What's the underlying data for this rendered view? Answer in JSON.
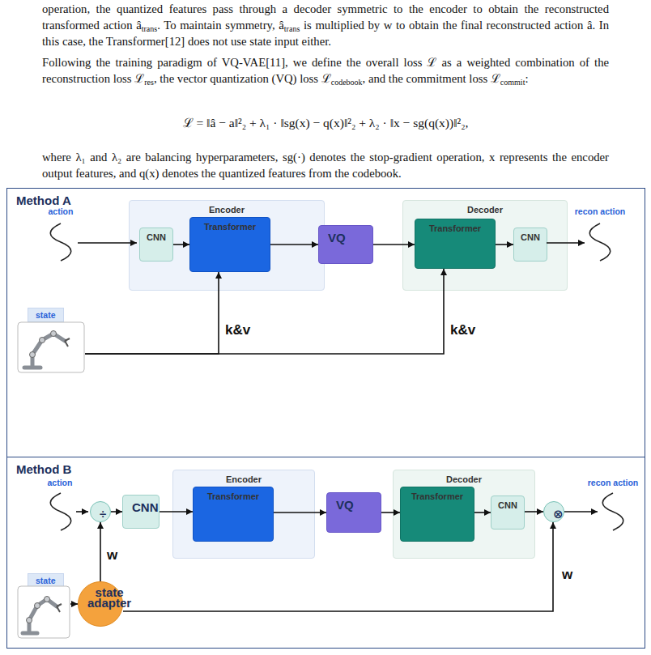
{
  "diagram": {
    "nodes": [
      {
        "text": [
          "Method A"
        ]
      },
      {
        "text": [
          "Encoder"
        ],
        "in": 0
      },
      {
        "text": [
          "CNN"
        ],
        "in": 1
      },
      {
        "text": [
          "Transformer"
        ],
        "in": 1
      },
      {
        "text": [
          "VQ"
        ],
        "in": 0
      },
      {
        "text": [
          "Decoder"
        ],
        "in": 0
      },
      {
        "text": [
          "Transformer"
        ],
        "in": 5
      },
      {
        "text": [
          "CNN"
        ],
        "in": 5
      },
      {
        "text": [
          "state"
        ],
        "in": 0
      },
      {
        "text": [
          "Method B"
        ]
      },
      {
        "text": [
          "÷"
        ],
        "in": 9
      },
      {
        "text": [
          "CNN"
        ],
        "in": 9
      },
      {
        "text": [
          "Encoder"
        ],
        "in": 9
      },
      {
        "text": [
          "Transformer"
        ],
        "in": 12
      },
      {
        "text": [
          "VQ"
        ],
        "in": 9
      },
      {
        "text": [
          "Decoder"
        ],
        "in": 9
      },
      {
        "text": [
          "Transformer"
        ],
        "in": 15
      },
      {
        "text": [
          "CNN"
        ],
        "in": 15
      },
      {
        "text": [
          "⊗"
        ],
        "in": 9
      },
      {
        "text": [
          "state"
        ],
        "in": 9
      },
      {
        "text": [
          "state adapter"
        ],
        "in": 9
      }
    ],
    "edges": [
      {
        "from": 2,
        "to": 3,
        "arrow": "to"
      },
      {
        "from": 3,
        "to": 4,
        "arrow": "to"
      },
      {
        "from": 4,
        "to": 6,
        "arrow": "to"
      },
      {
        "from": 6,
        "to": 7,
        "arrow": "to"
      },
      {
        "from": 8,
        "to": 3,
        "label": "k&v",
        "arrow": "to"
      },
      {
        "from": 8,
        "to": 6,
        "label": "k&v",
        "arrow": "to"
      },
      {
        "from": 10,
        "to": 11,
        "arrow": "to"
      },
      {
        "from": 11,
        "to": 13,
        "arrow": "to"
      },
      {
        "from": 13,
        "to": 14,
        "arrow": "to"
      },
      {
        "from": 14,
        "to": 16,
        "arrow": "to"
      },
      {
        "from": 16,
        "to": 17,
        "arrow": "to"
      },
      {
        "from": 17,
        "to": 18,
        "arrow": "to"
      },
      {
        "from": 19,
        "to": 20,
        "arrow": "to"
      },
      {
        "from": 20,
        "to": 10,
        "label": "w",
        "arrow": "to"
      },
      {
        "from": 20,
        "to": 18,
        "label": "w",
        "arrow": "to"
      }
    ],
    "labels": [
      "operation, the quantized features pass through a decoder symmetric to the encoder to obtain the reconstructed transformed action â",
      "trans",
      ". To maintain symmetry, â",
      "trans",
      " is multiplied by w to obtain the final reconstructed action â. In this case, the Transformer[12] does not use state input either.",
      "Following the training paradigm of VQ-VAE[11], we define the overall loss ℒ as a weighted combination of the reconstruction loss ℒ",
      "res",
      ", the vector quantization (VQ) loss ℒ",
      "codebook",
      ", and the commitment loss ℒ",
      "commit",
      ":",
      "ℒ = ‖â − a‖²₂ + λ₁ · ‖sg(x) − q(x)‖²₂ + λ₂ · ‖x − sg(q(x))‖²₂,",
      "where λ₁ and λ₂ are balancing hyperparameters, sg(·) denotes the stop-gradient operation, x represents the encoder output features, and q(x) denotes the quantized features from the codebook.",
      "action",
      "recon action",
      "action",
      "recon action"
    ]
  }
}
